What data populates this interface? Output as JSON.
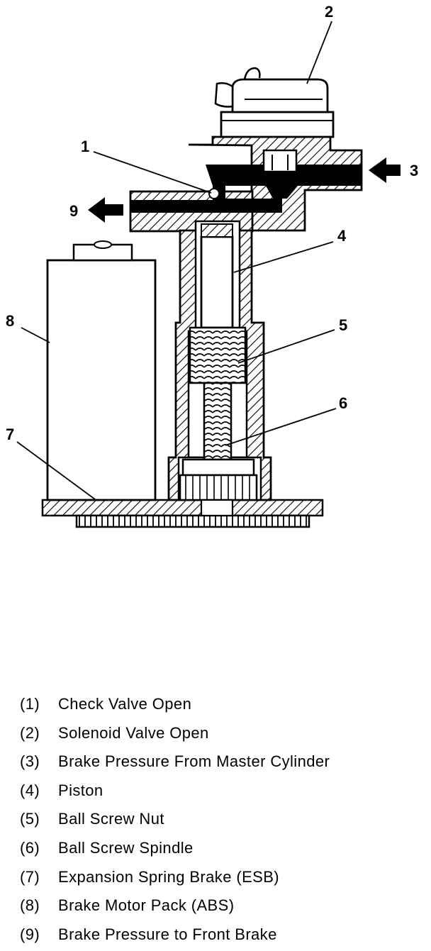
{
  "callouts": [
    "1",
    "2",
    "3",
    "4",
    "5",
    "6",
    "7",
    "8",
    "9"
  ],
  "legend": [
    {
      "num": "(1)",
      "text": "Check Valve Open"
    },
    {
      "num": "(2)",
      "text": "Solenoid Valve Open"
    },
    {
      "num": "(3)",
      "text": "Brake Pressure From Master Cylinder"
    },
    {
      "num": "(4)",
      "text": "Piston"
    },
    {
      "num": "(5)",
      "text": "Ball Screw Nut"
    },
    {
      "num": "(6)",
      "text": "Ball Screw Spindle"
    },
    {
      "num": "(7)",
      "text": "Expansion Spring Brake (ESB)"
    },
    {
      "num": "(8)",
      "text": "Brake Motor Pack (ABS)"
    },
    {
      "num": "(9)",
      "text": "Brake Pressure to Front Brake"
    }
  ]
}
